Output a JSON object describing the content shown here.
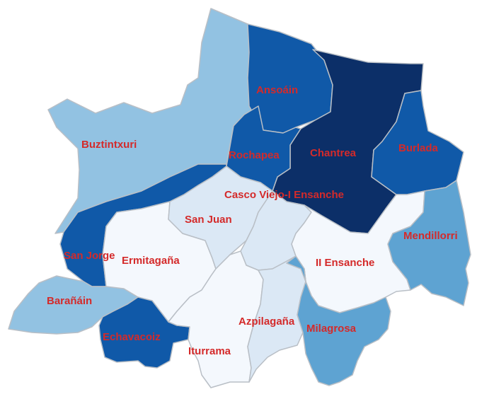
{
  "map": {
    "colors": {
      "darkest": "#0c2f68",
      "dark": "#1059a8",
      "medium": "#5ea3d2",
      "light": "#92c2e2",
      "pale": "#dbe8f5",
      "palest": "#f4f8fd",
      "label": "#d42a2a",
      "border": "#b9bfc6"
    },
    "districts": [
      {
        "id": "buztintxuri",
        "name": "Buztintxuri",
        "shade": "light"
      },
      {
        "id": "ansoain",
        "name": "Ansoáin",
        "shade": "dark"
      },
      {
        "id": "chantrea",
        "name": "Chantrea",
        "shade": "darkest"
      },
      {
        "id": "burlada",
        "name": "Burlada",
        "shade": "dark"
      },
      {
        "id": "rochapea",
        "name": "Rochapea",
        "shade": "dark"
      },
      {
        "id": "casco-viejo",
        "name": "Casco Viejo-I Ensanche",
        "shade": "pale"
      },
      {
        "id": "san-juan",
        "name": "San Juan",
        "shade": "pale"
      },
      {
        "id": "mendillorri",
        "name": "Mendillorri",
        "shade": "medium"
      },
      {
        "id": "san-jorge",
        "name": "San Jorge",
        "shade": "dark"
      },
      {
        "id": "ermitagana",
        "name": "Ermitagaña",
        "shade": "palest"
      },
      {
        "id": "ii-ensanche",
        "name": "II Ensanche",
        "shade": "palest"
      },
      {
        "id": "baranain",
        "name": "Barañáin",
        "shade": "light"
      },
      {
        "id": "echavacoiz",
        "name": "Echavacoiz",
        "shade": "dark"
      },
      {
        "id": "iturrama",
        "name": "Iturrama",
        "shade": "palest"
      },
      {
        "id": "azpilagana",
        "name": "Azpilagaña",
        "shade": "pale"
      },
      {
        "id": "milagrosa",
        "name": "Milagrosa",
        "shade": "medium"
      }
    ]
  }
}
